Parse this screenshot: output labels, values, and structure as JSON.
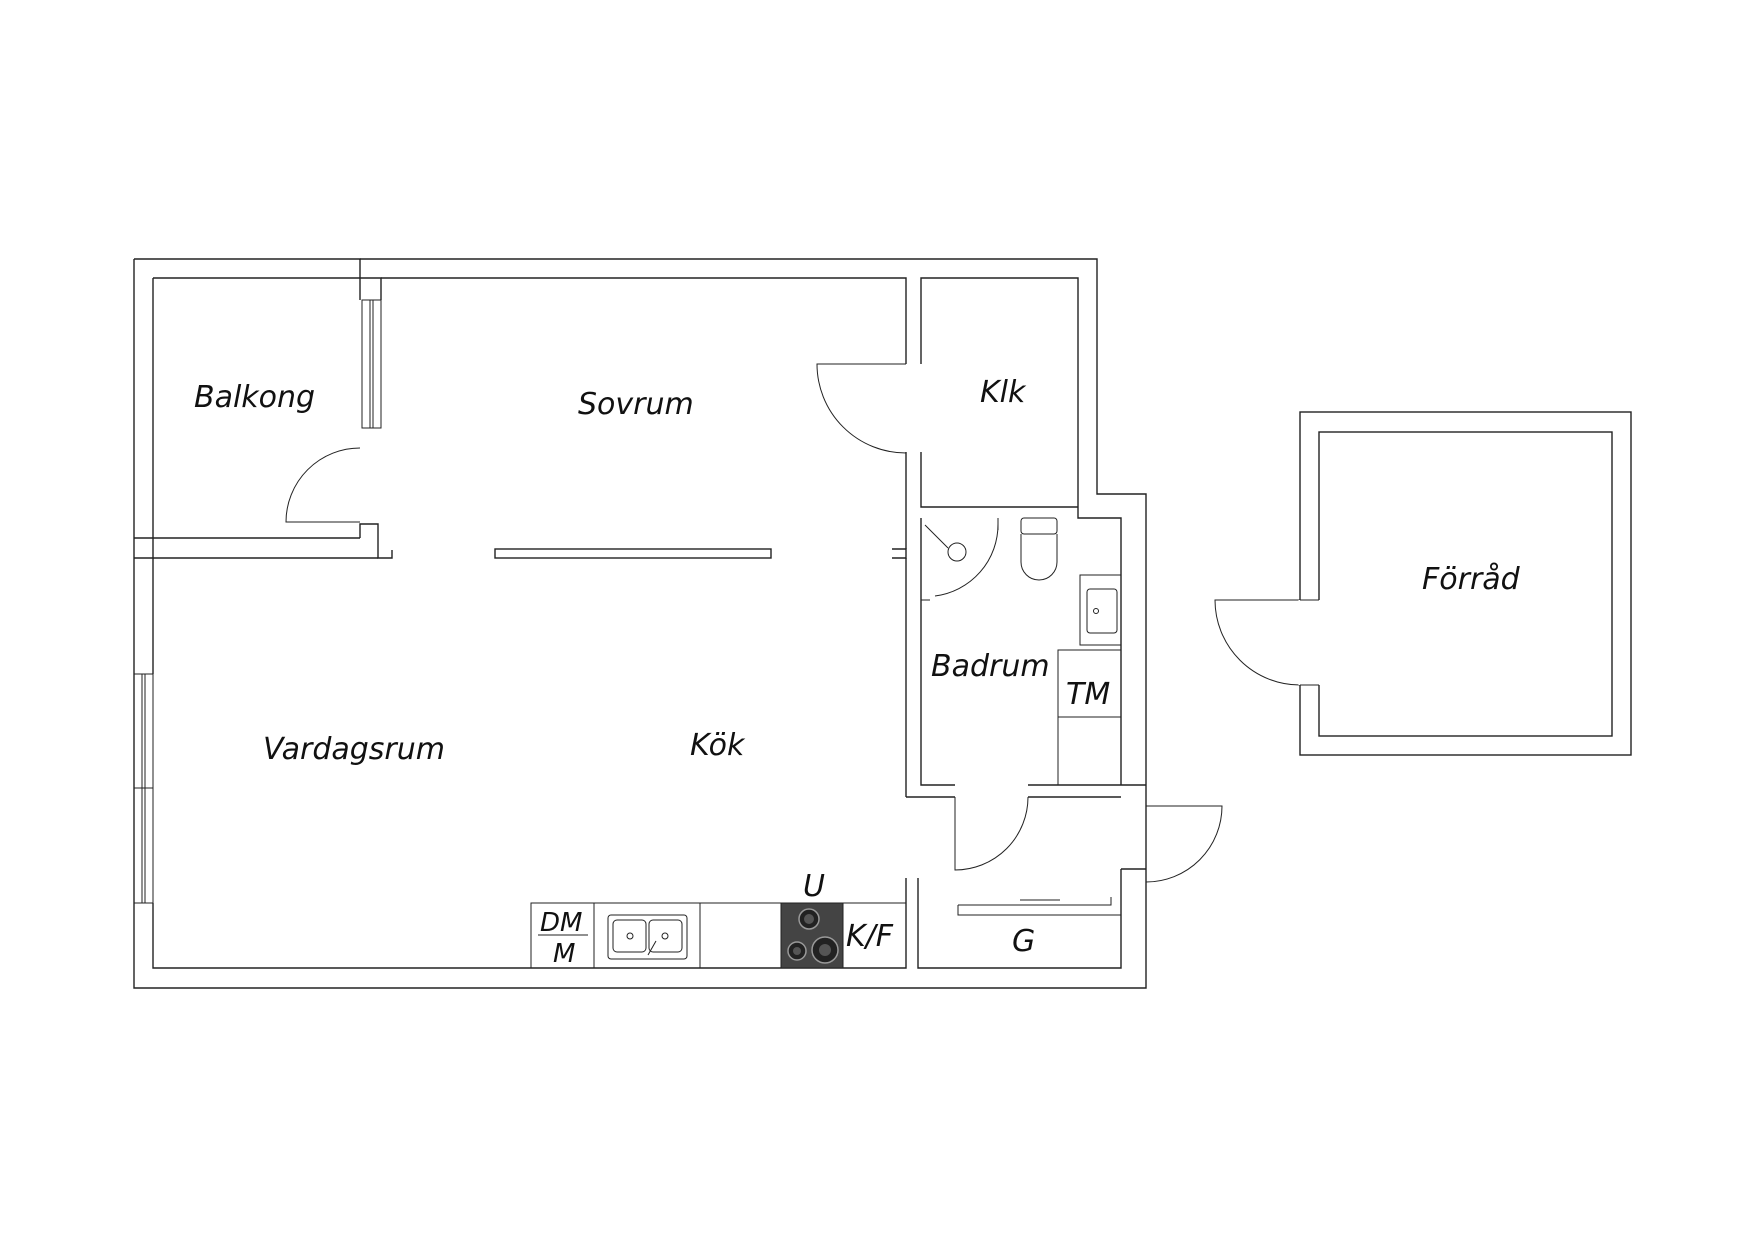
{
  "rooms": {
    "balkong": "Balkong",
    "sovrum": "Sovrum",
    "klk": "Klk",
    "forrad": "Förråd",
    "badrum": "Badrum",
    "vardagsrum": "Vardagsrum",
    "kok": "Kök"
  },
  "fixtures": {
    "tm": "TM",
    "dm": "DM",
    "m": "M",
    "u": "U",
    "kf": "K/F",
    "g": "G"
  }
}
